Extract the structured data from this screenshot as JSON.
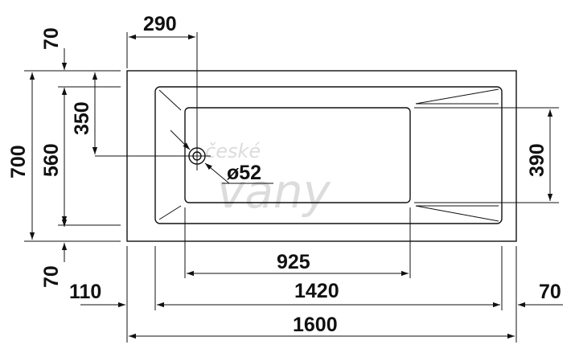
{
  "drawing": {
    "type": "bathtub-dimension-drawing",
    "line_color": "#111111",
    "background": "#ffffff",
    "watermark": {
      "line1": "české",
      "line2": "vany",
      "color": "#dcdcdc"
    },
    "dimensions": {
      "drain_offset_x": "290",
      "rim_top": "70",
      "drain_offset_y": "350",
      "overall_width": "700",
      "inner_width": "560",
      "rim_bottom": "70",
      "drain_diameter": "ø52",
      "floor_width": "390",
      "floor_length": "925",
      "left_rim": "110",
      "inner_length": "1420",
      "right_rim": "70",
      "overall_length": "1600"
    }
  }
}
